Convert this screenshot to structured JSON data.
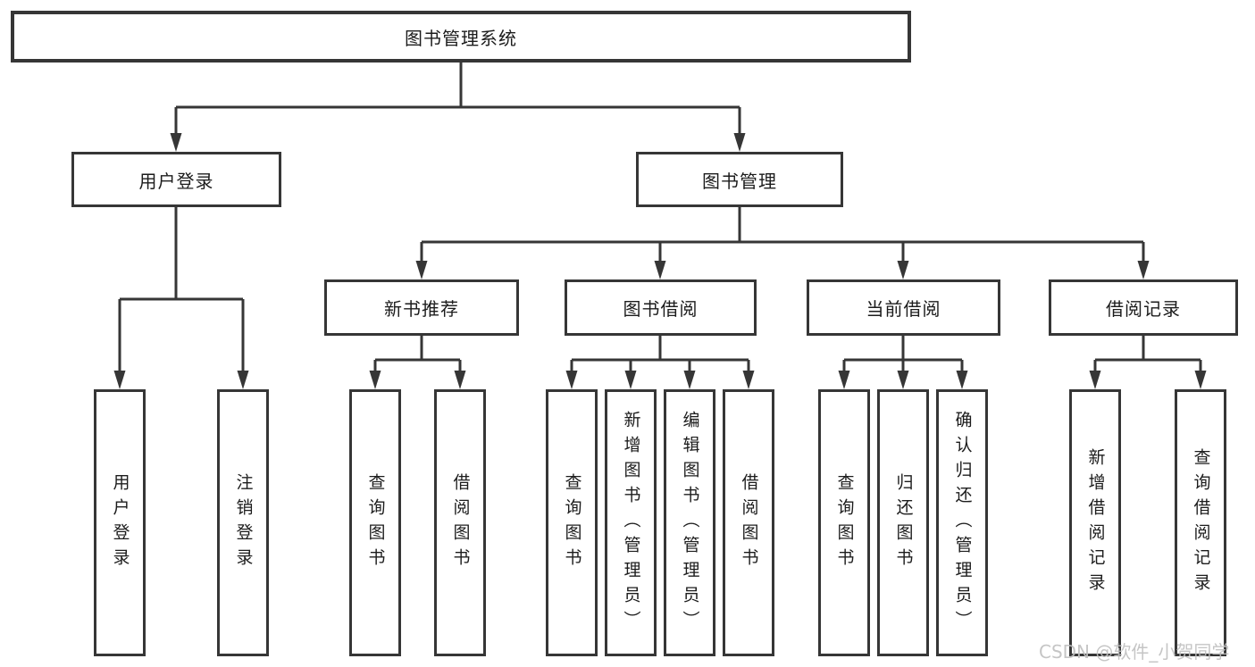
{
  "diagram_title": "图书管理系统",
  "tree": {
    "label": "图书管理系统",
    "children": [
      {
        "label": "用户登录",
        "children": [
          {
            "label": "用户登录"
          },
          {
            "label": "注销登录"
          }
        ]
      },
      {
        "label": "图书管理",
        "children": [
          {
            "label": "新书推荐",
            "children": [
              {
                "label": "查询图书"
              },
              {
                "label": "借阅图书"
              }
            ]
          },
          {
            "label": "图书借阅",
            "children": [
              {
                "label": "查询图书"
              },
              {
                "label": "新增图书（管理员）"
              },
              {
                "label": "编辑图书（管理员）"
              },
              {
                "label": "借阅图书"
              }
            ]
          },
          {
            "label": "当前借阅",
            "children": [
              {
                "label": "查询图书"
              },
              {
                "label": "归还图书"
              },
              {
                "label": "确认归还（管理员）"
              }
            ]
          },
          {
            "label": "借阅记录",
            "children": [
              {
                "label": "新增借阅记录"
              },
              {
                "label": "查询借阅记录"
              }
            ]
          }
        ]
      }
    ]
  },
  "watermark": "CSDN @软件_小贺同学",
  "colors": {
    "line": "#363636",
    "text": "#1c1c1c",
    "background": "#ffffff",
    "watermark": "#bfbfbf"
  }
}
